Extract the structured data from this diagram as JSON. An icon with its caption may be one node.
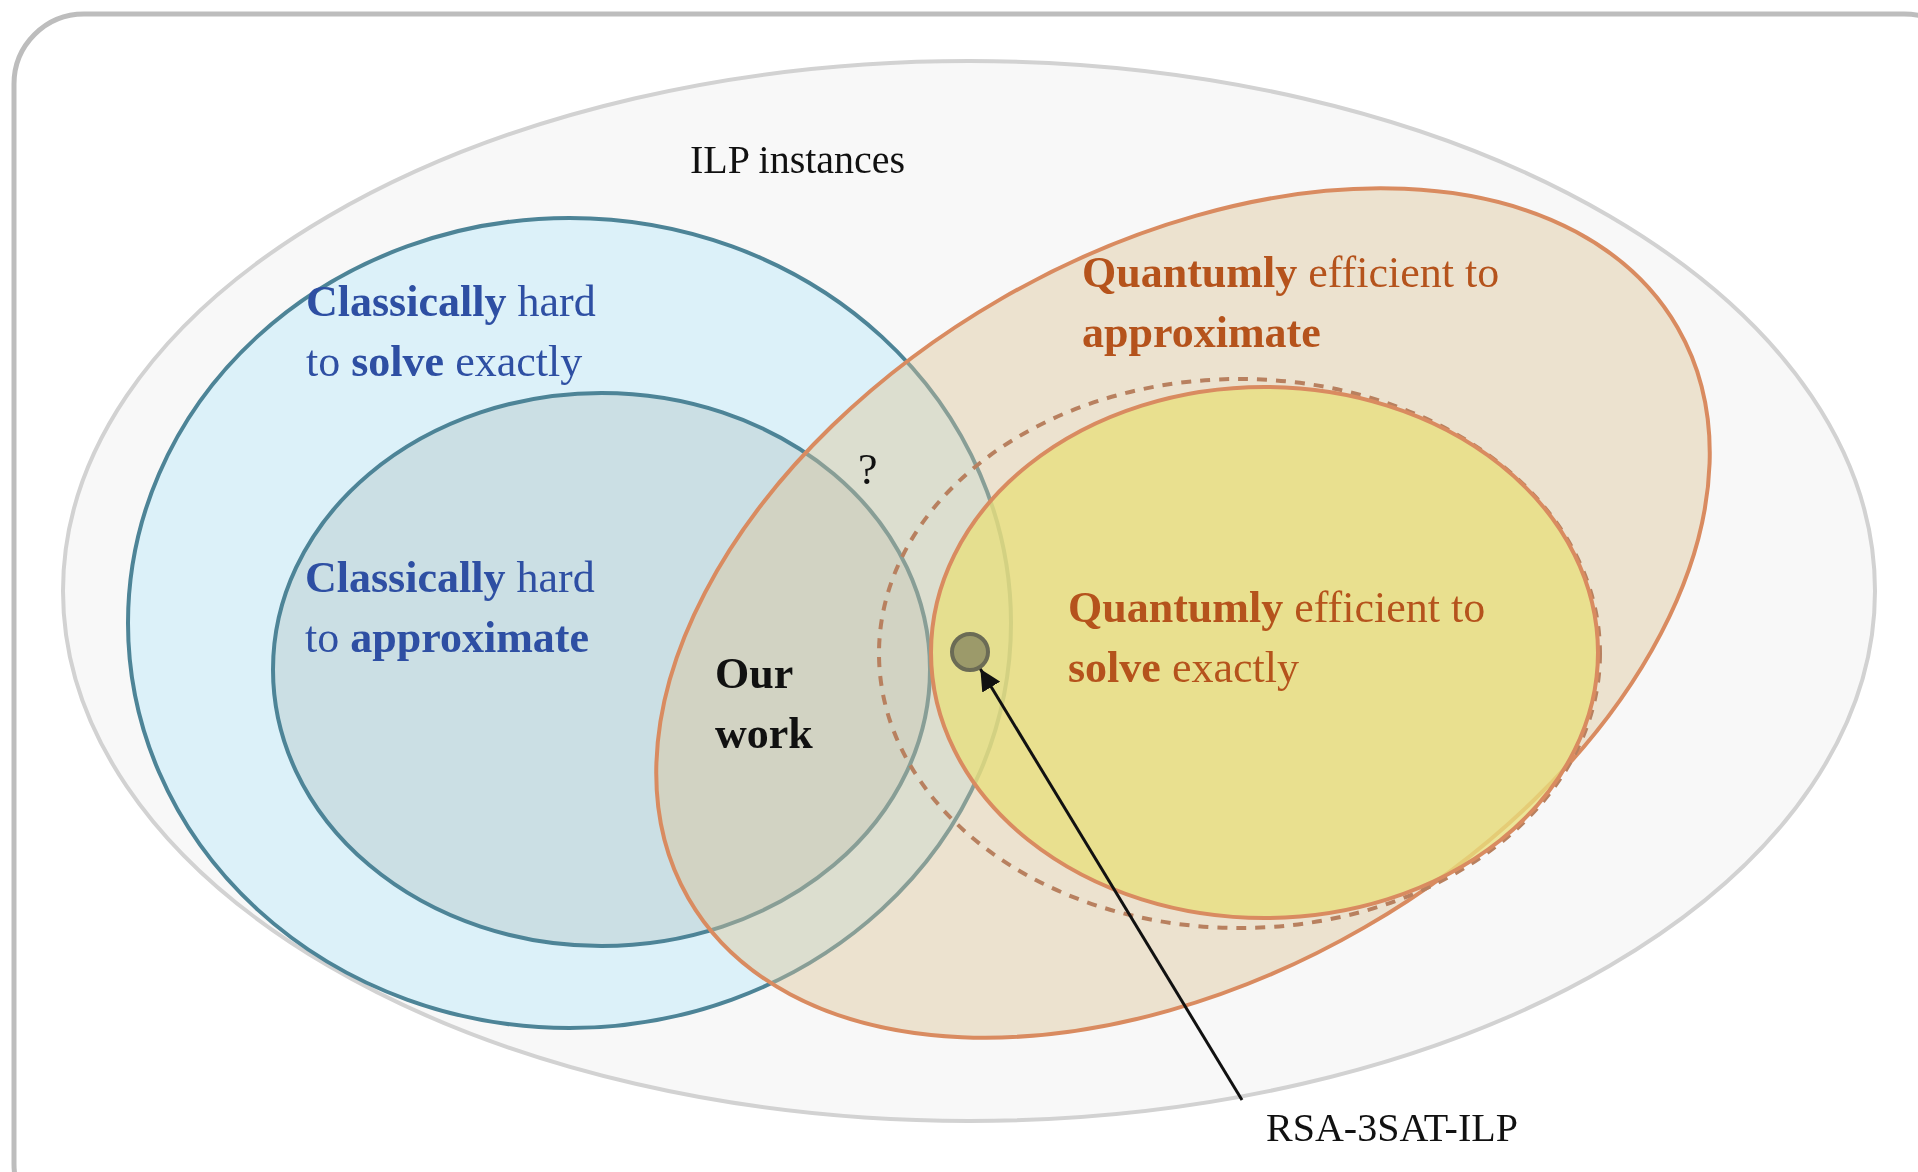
{
  "diagram": {
    "nodes": [
      {
        "text": [
          "ILP instances"
        ]
      },
      {
        "text": [
          "**Classically** hard to **solve** exactly"
        ],
        "in": 0
      },
      {
        "text": [
          "**Classically** hard to **approximate**"
        ],
        "in": 1
      },
      {
        "text": [
          "**Quantumly** efficient to **approximate**"
        ],
        "in": 0
      },
      {
        "text": [],
        "shape": "ellipse",
        "in": 3
      },
      {
        "text": [
          "**Quantumly** efficient to **solve** exactly"
        ],
        "in": 4
      },
      {
        "text": [],
        "shape": "circle"
      },
      {
        "text": [
          "RSA-3SAT-ILP"
        ]
      }
    ],
    "edges": [
      {
        "from": 7,
        "to": 6,
        "arrow": "to"
      }
    ],
    "labels": [
      "?",
      "Our work"
    ]
  }
}
